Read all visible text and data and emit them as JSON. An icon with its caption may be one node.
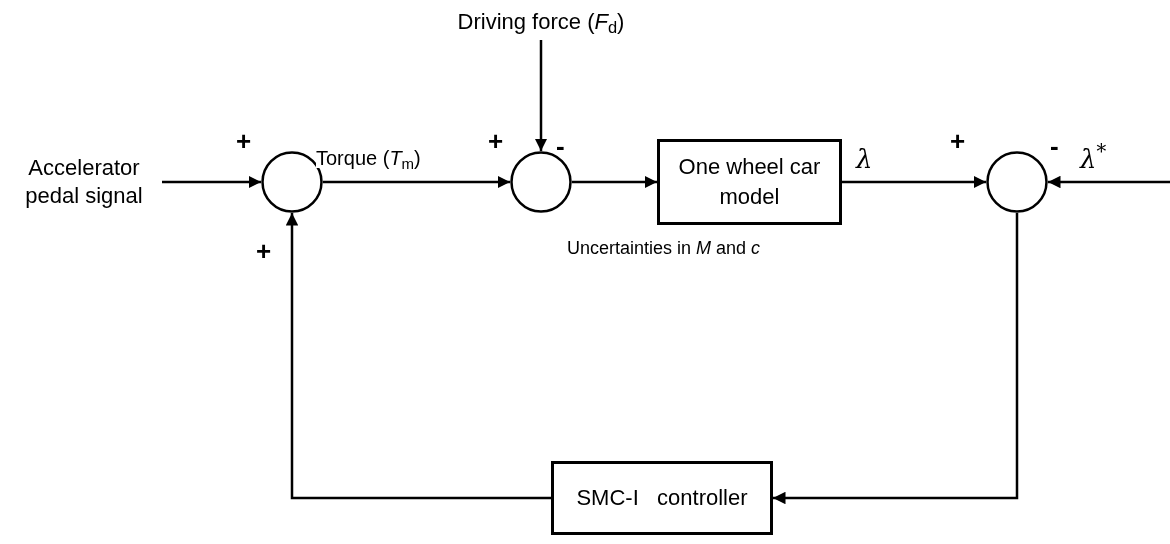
{
  "diagram": {
    "nodes": [
      {
        "text": [
          "Accelerator pedal signal"
        ]
      },
      {
        "text": [],
        "shape": "circle"
      },
      {
        "text": [
          "Driving force (*F*$_{d}$)"
        ]
      },
      {
        "text": [],
        "shape": "circle"
      },
      {
        "text": [
          "One wheel car model"
        ],
        "beside": [
          "Uncertainties in *M* and *c*"
        ]
      },
      {
        "text": [],
        "shape": "circle"
      },
      {
        "text": [
          "SMC-I   controller"
        ]
      }
    ],
    "edges": [
      {
        "from": 0,
        "to": 1,
        "arrow": "to"
      },
      {
        "from": 1,
        "to": 3,
        "arrow": "to",
        "label": "Torque (*T*$_{m}$)"
      },
      {
        "from": 2,
        "to": 3,
        "arrow": "to"
      },
      {
        "from": 3,
        "to": 4,
        "arrow": "to"
      },
      {
        "from": 4,
        "to": 5,
        "arrow": "to",
        "label": "λ"
      },
      {
        "from": null,
        "to": 5,
        "arrow": "to",
        "label": "λ$^{*}$"
      },
      {
        "from": 5,
        "to": 6,
        "arrow": "to"
      },
      {
        "from": 6,
        "to": 1,
        "arrow": "to"
      }
    ],
    "labels": [
      "+",
      "+",
      "-",
      "+",
      "-",
      "+"
    ]
  }
}
